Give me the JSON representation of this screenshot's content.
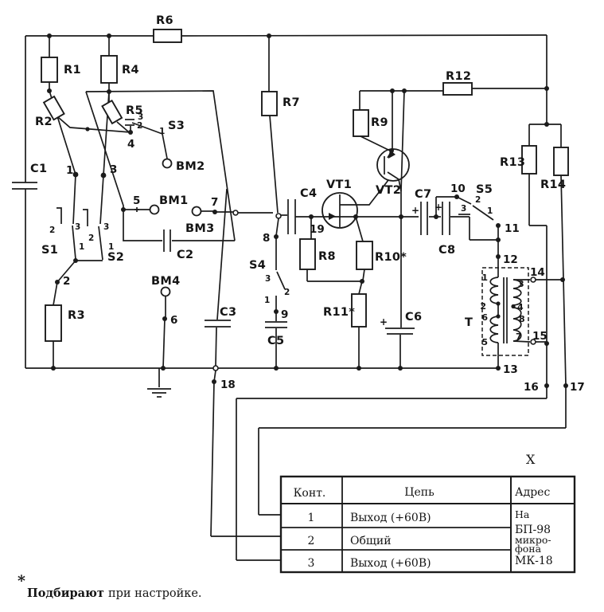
{
  "schematic": {
    "components": {
      "r1": "R1",
      "r2": "R2",
      "r3": "R3",
      "r4": "R4",
      "r5": "R5",
      "r6": "R6",
      "r7": "R7",
      "r8": "R8",
      "r9": "R9",
      "r10": "R10*",
      "r11": "R11*",
      "r12": "R12",
      "r13": "R13",
      "r14": "R14",
      "c1": "C1",
      "c2": "C2",
      "c3": "C3",
      "c4": "C4",
      "c5": "C5",
      "c6": "C6",
      "c7": "C7",
      "c8": "C8",
      "s1": "S1",
      "s2": "S2",
      "s3": "S3",
      "s4": "S4",
      "s5": "S5",
      "vt1": "VT1",
      "vt2": "VT2",
      "transformer": "Т",
      "bm1": "ВМ1",
      "bm2": "ВМ2",
      "bm3": "ВМ3",
      "bm4": "ВМ4"
    },
    "nodes": {
      "n1": "1",
      "n2": "2",
      "n3": "3",
      "n4": "4",
      "n5": "5",
      "n6": "6",
      "n7": "7",
      "n8": "8",
      "n9": "9",
      "n10": "10",
      "n11": "11",
      "n12": "12",
      "n13": "13",
      "n14": "14",
      "n15": "15",
      "n16": "16",
      "n17": "17",
      "n18": "18",
      "n19": "19"
    },
    "switch_contacts": {
      "s1_c1": "1",
      "s1_c2": "2",
      "s1_c3": "3",
      "s2_c1": "1",
      "s2_c2": "2",
      "s2_c3": "3",
      "s3_c1": "1",
      "s3_c2": "2",
      "s3_c3": "3",
      "s4_c1": "1",
      "s4_c2": "2",
      "s4_c3": "3",
      "s5_c1": "1",
      "s5_c2": "2",
      "s5_c3": "3"
    },
    "transformer_taps": {
      "t1": "1",
      "t2": "2",
      "t3": "3",
      "t4": "4",
      "t5": "5",
      "t6": "6",
      "t7": "7",
      "t8": "8"
    },
    "polarity_plus": "+"
  },
  "connector": {
    "designator": "X"
  },
  "table": {
    "headers": [
      "Конт.",
      "Цепь",
      "Адрес"
    ],
    "rows": [
      {
        "pin": "1",
        "circuit": "Выход (+60В)"
      },
      {
        "pin": "2",
        "circuit": "Общий"
      },
      {
        "pin": "3",
        "circuit": "Выход (+60В)"
      }
    ],
    "address_lines": [
      "На",
      "БП-98",
      "микро-",
      "фона",
      "МК-18"
    ]
  },
  "footnote": {
    "marker": "*",
    "emphasis": "Подбирают",
    "text": " при настройке."
  }
}
